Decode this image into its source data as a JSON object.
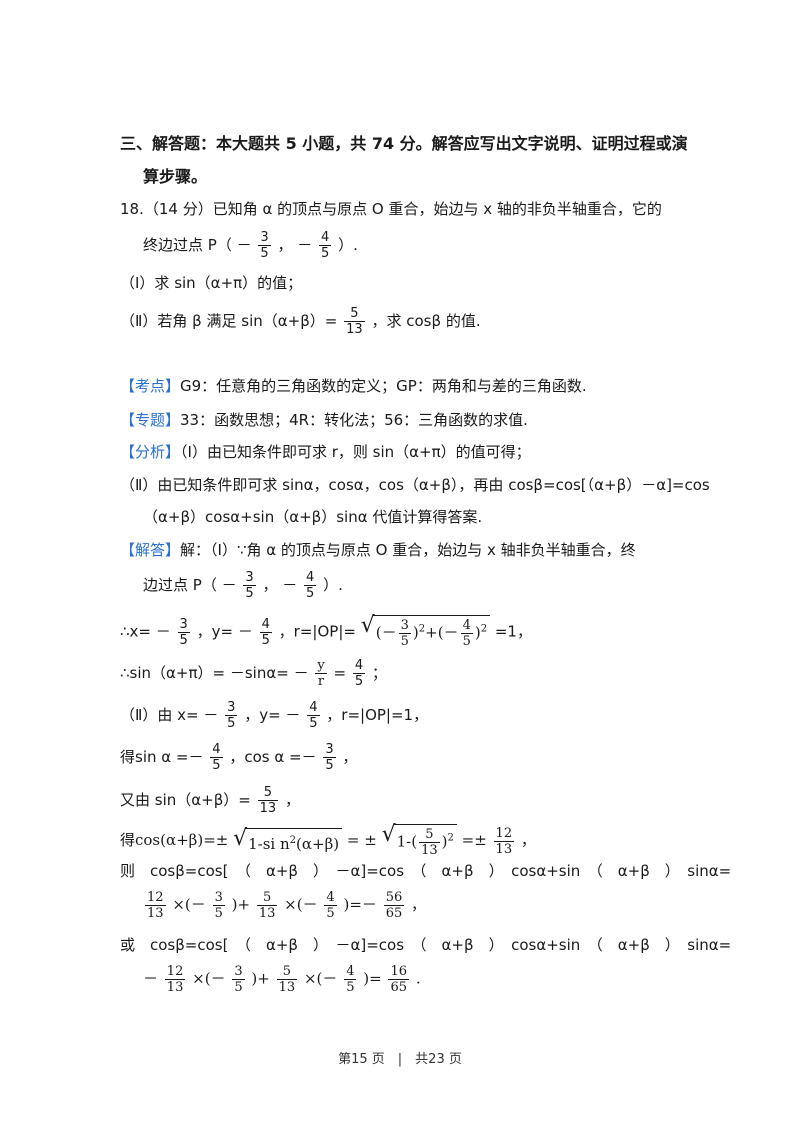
{
  "section_title_1": "三、解答题：本大题共 5 小题，共 74 分。解答应写出文字说明、证明过程或演",
  "section_title_2": "算步骤。",
  "q18_line1": "18.（14 分）已知角 α 的顶点与原点 O 重合，始边与 x 轴的非负半轴重合，它的",
  "q18_line2_pre": "终边过点 P（ －",
  "q18_line2_mid": "， －",
  "q18_line2_post": "）.",
  "q18_part1": "（Ⅰ）求 sin（α+π）的值；",
  "q18_part2_pre": "（Ⅱ）若角 β 满足 sin（α+β）=",
  "q18_part2_post": "，求 cosβ 的值.",
  "kaodian_tag": "【考点】",
  "kaodian_text": "G9：任意角的三角函数的定义；GP：两角和与差的三角函数.",
  "zhuanti_tag": "【专题】",
  "zhuanti_text": "33：函数思想；4R：转化法；56：三角函数的求值.",
  "fenxi_tag": "【分析】",
  "fenxi_text": "（Ⅰ）由已知条件即可求 r，则 sin（α+π）的值可得；",
  "fenxi_line2": "（Ⅱ）由已知条件即可求 sinα，cosα，cos（α+β），再由 cosβ=cos[（α+β）－α]=cos",
  "fenxi_line3": "（α+β）cosα+sin（α+β）sinα 代值计算得答案.",
  "jieda_tag": "【解答】",
  "jieda_text": "解：（Ⅰ）∵角 α 的顶点与原点 O 重合，始边与 x 轴非负半轴重合，终",
  "jieda_line2_pre": "边过点 P（ －",
  "jieda_line2_mid": "， －",
  "jieda_line2_post": "）.",
  "sol_x_pre": "∴x= －",
  "sol_y_pre": "，y= －",
  "sol_r_pre": "，r=|OP|=",
  "sol_r_post": "=1，",
  "sol_sin_pre": "∴sin（α+π）= －sinα= －",
  "sol_sin_eq": "=",
  "sol_sin_post": "；",
  "p2_x_pre": "（Ⅱ）由 x= －",
  "p2_y_pre": "，y= －",
  "p2_r": "，r=|OP|=1，",
  "de_sin_pre": "得sin α =－",
  "de_cos_pre": "，cos α =－",
  "de_cos_post": "，",
  "youyou_pre": "又由 sin（α+β）=",
  "youyou_post": "，",
  "de2_pre": "得cos(α+β)=±",
  "de2_root1": "1-si n",
  "de2_root1b": "(α+β)",
  "de2_mid": "= ±",
  "de2_root2_pre": "1-(",
  "de2_root2_post": ")",
  "de2_post": "=±",
  "de2_end": "，",
  "ze_line": "则　cosβ=cos[　（　α+β　）　－α]=cos　（　α+β　）　cosα+sin　（　α+β　）　sinα=",
  "ze_result": "=－",
  "ze_end": "，",
  "huo_line": "或　cosβ=cos[　（　α+β　）　－α]=cos　（　α+β　）　cosα+sin　（　α+β　）　sinα=",
  "huo_result": "=",
  "huo_end": ".",
  "footer": "第15 页　|　共23 页",
  "frac": {
    "three": "3",
    "four": "4",
    "five": "5",
    "twelve": "12",
    "thirteen": "13",
    "fiftysix": "56",
    "sixteen": "16",
    "sixtyfive": "65",
    "y": "y",
    "r": "r"
  },
  "ops": {
    "times": "×",
    "plus": "+",
    "neg": "－",
    "lp": "(",
    "rp": ")",
    "sq": "2",
    "neg_plain": "－"
  }
}
